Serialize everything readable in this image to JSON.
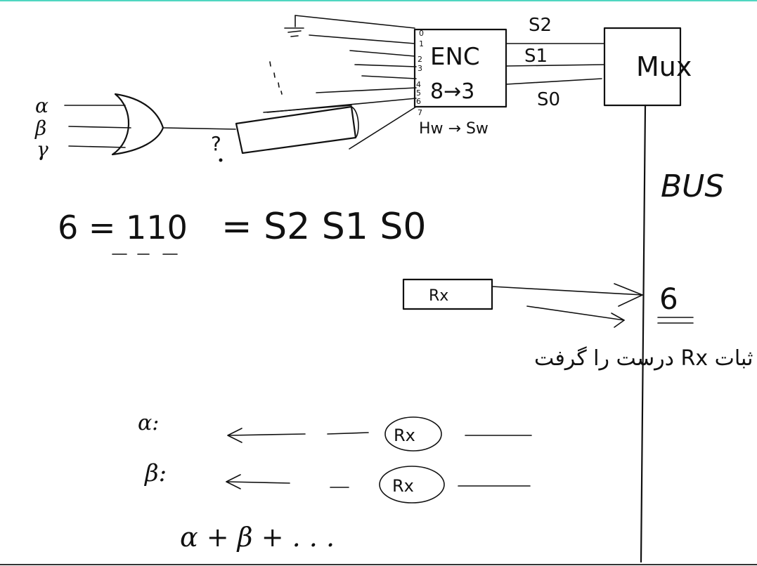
{
  "colors": {
    "ink": "#111111",
    "top_border": "#4fd6c0",
    "background": "#ffffff"
  },
  "diagram": {
    "encoder": {
      "title": "ENC",
      "ratio": "8→3",
      "input_labels": [
        "0",
        "1",
        "2",
        "3",
        "4",
        "5",
        "6",
        "7"
      ],
      "note": "Hw → Sw"
    },
    "select_lines": [
      "S2",
      "S1",
      "S0"
    ],
    "mux_label": "Mux",
    "bus_label": "BUS",
    "bus_value": "6",
    "or_inputs": [
      "α",
      "β",
      "γ"
    ],
    "question_mark": "?",
    "equation": {
      "lhs": "6 = 110",
      "rhs": "= S2 S1 S0"
    },
    "register_label": "Rx",
    "persian_note": "پرچم MOP کجای که ثبات Rx درست را گرفت",
    "rows": [
      {
        "label": "α:",
        "reg": "Rx"
      },
      {
        "label": "β:",
        "reg": "Rx"
      }
    ],
    "sum_expression": "α + β + . . ."
  }
}
